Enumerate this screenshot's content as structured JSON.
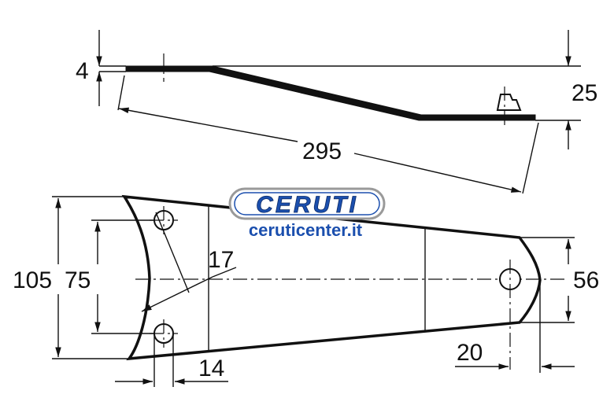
{
  "logo": {
    "brand": "CERUTI",
    "url": "ceruticenter.it",
    "colors": {
      "brand_blue": "#1b4fae",
      "logo_frame": "#9a9a9a"
    }
  },
  "dimensions": {
    "thickness": "4",
    "height": "25",
    "length": "295",
    "overall_width": "105",
    "hole_spacing": "75",
    "hole_distance_17": "17",
    "end_width": "56",
    "end_offset": "20",
    "hole_offset": "14"
  }
}
